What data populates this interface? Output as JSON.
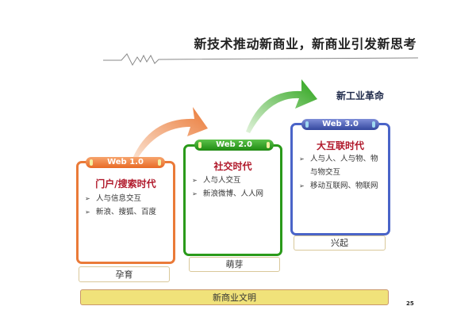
{
  "title": "新技术推动新商业，新商业引发新思考",
  "new_industrial_revolution": "新工业革命",
  "stages": [
    {
      "pill": "Web 1.0",
      "heading": "门户/搜索时代",
      "bullets": [
        "人与信息交互",
        "新浪、搜狐、百度"
      ],
      "label": "孕育",
      "color": "#ea7a38"
    },
    {
      "pill": "Web 2.0",
      "heading": "社交时代",
      "bullets": [
        "人与人交互",
        "新浪微博、人人网"
      ],
      "label": "萌芽",
      "color": "#2a9a1a"
    },
    {
      "pill": "Web 3.0",
      "heading": "大互联时代",
      "bullets": [
        "人与人、人与物、物与物交互",
        "移动互联网、物联网"
      ],
      "label": "兴起",
      "color": "#4a64c8"
    }
  ],
  "banner": "新商业文明",
  "page_number": "25"
}
